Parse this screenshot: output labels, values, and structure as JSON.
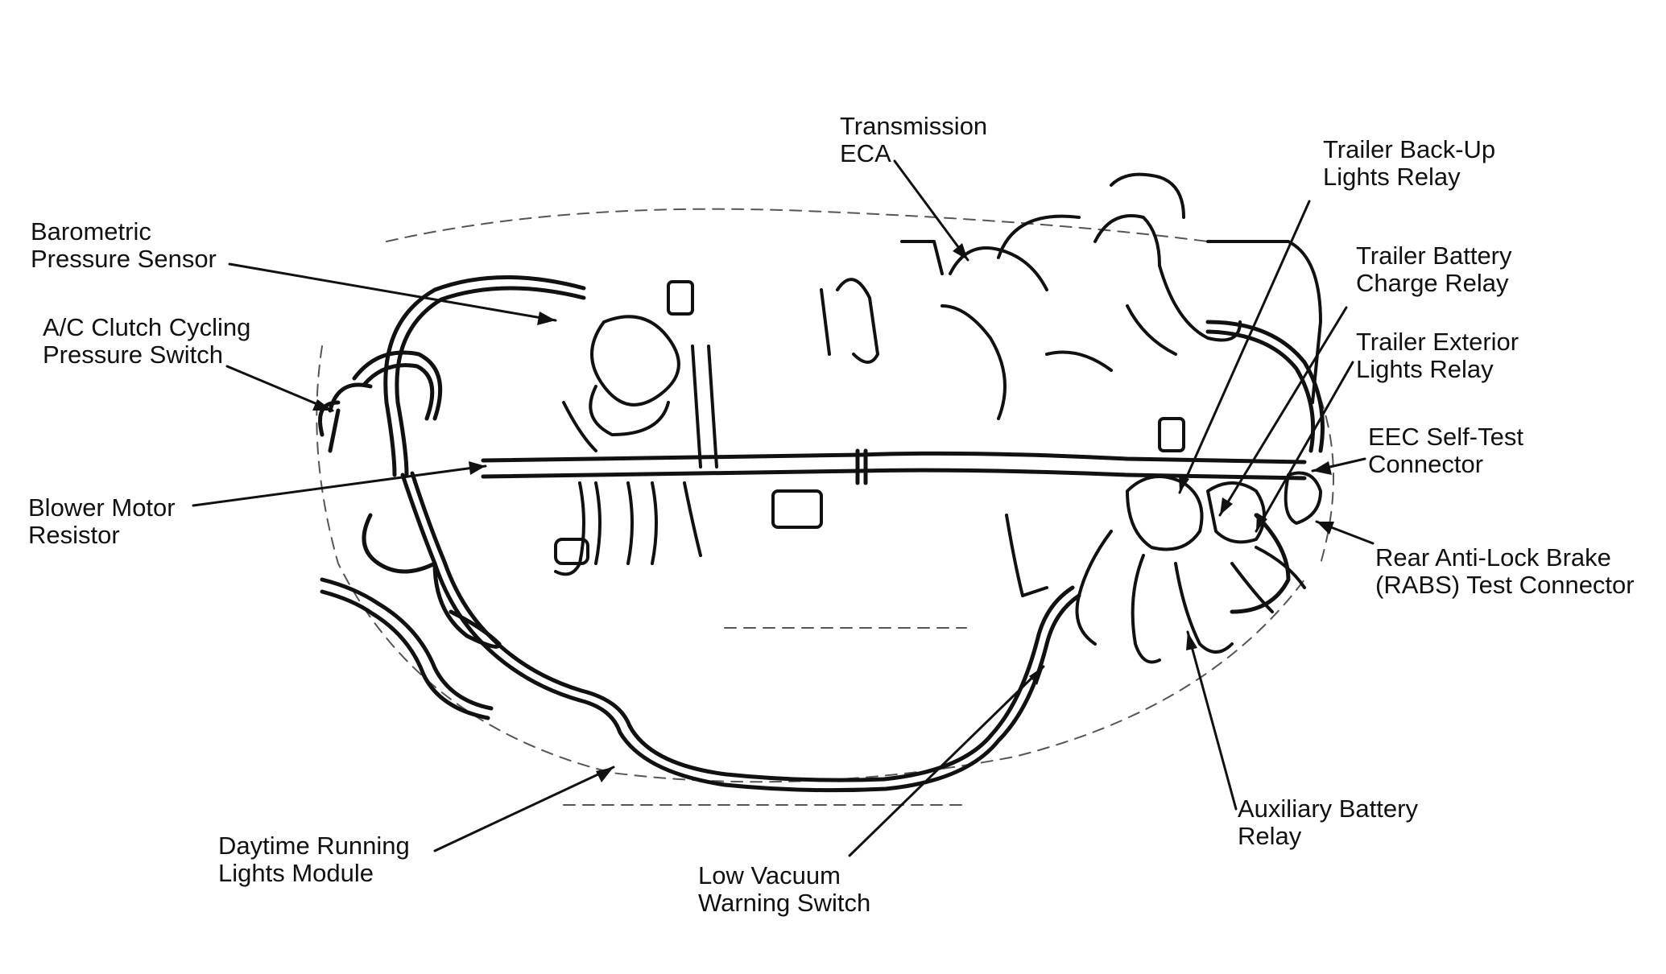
{
  "labels": {
    "barometric": [
      "Barometric",
      "Pressure Sensor"
    ],
    "ac_clutch": [
      "A/C Clutch Cycling",
      "Pressure Switch"
    ],
    "blower": [
      "Blower Motor",
      "Resistor"
    ],
    "drl": [
      "Daytime Running",
      "Lights Module"
    ],
    "low_vacuum": [
      "Low Vacuum",
      "Warning Switch"
    ],
    "aux_battery": [
      "Auxiliary Battery",
      "Relay"
    ],
    "transmission": [
      "Transmission",
      "ECA"
    ],
    "trailer_backup": [
      "Trailer Back-Up",
      "Lights Relay"
    ],
    "trailer_battery": [
      "Trailer Battery",
      "Charge Relay"
    ],
    "trailer_exterior": [
      "Trailer Exterior",
      "Lights Relay"
    ],
    "eec": [
      "EEC Self-Test",
      "Connector"
    ],
    "rabs": [
      "Rear Anti-Lock Brake",
      "(RABS) Test Connector"
    ]
  },
  "colors": {
    "ink": "#111111",
    "background": "#ffffff"
  }
}
